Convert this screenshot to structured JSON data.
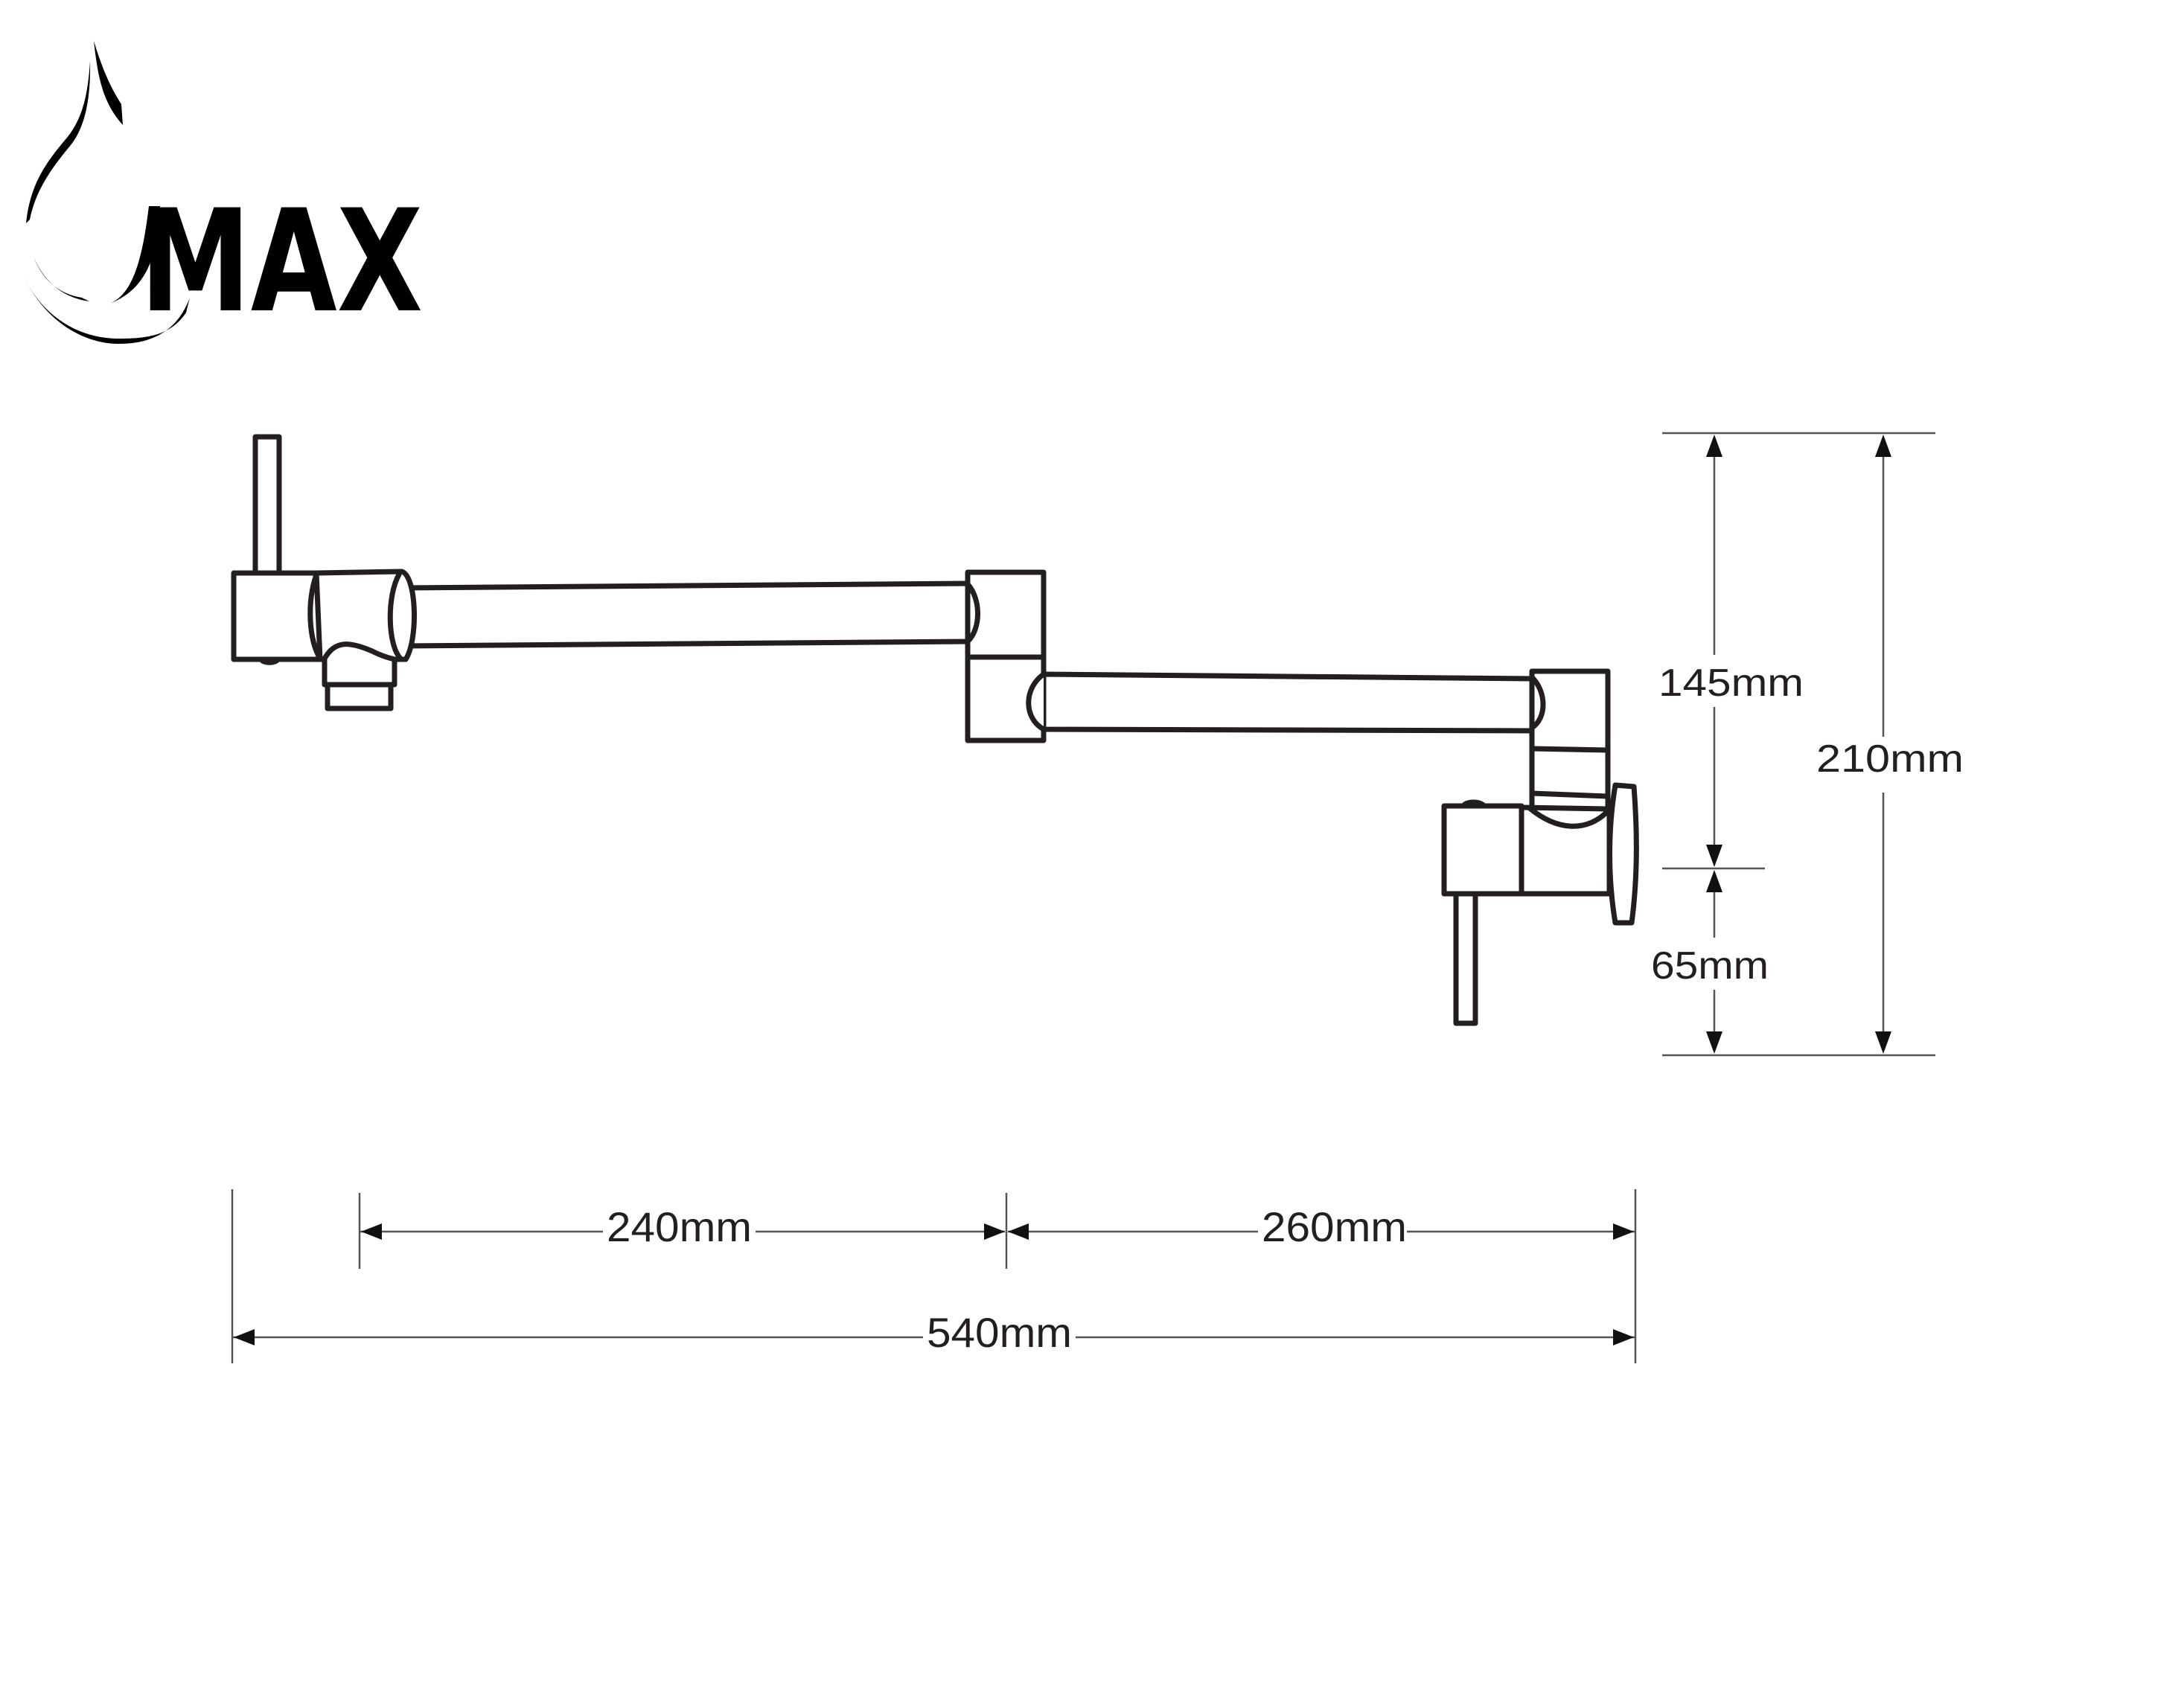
{
  "brand": {
    "name": "MAX",
    "logo_icon": "water-drop-swoosh-icon",
    "color": "#000000"
  },
  "drawing": {
    "subject": "wall-mount pot filler faucet, side elevation (extended)",
    "line_color": "#231f20",
    "dimension_line_color": "#555555"
  },
  "dimensions": {
    "horizontal": [
      {
        "id": "arm1",
        "label": "240mm",
        "value_mm": 240
      },
      {
        "id": "arm2",
        "label": "260mm",
        "value_mm": 260
      },
      {
        "id": "overall_width",
        "label": "540mm",
        "value_mm": 540
      }
    ],
    "vertical": [
      {
        "id": "upper",
        "label": "145mm",
        "value_mm": 145
      },
      {
        "id": "lower",
        "label": "65mm",
        "value_mm": 65
      },
      {
        "id": "overall_height",
        "label": "210mm",
        "value_mm": 210
      }
    ]
  }
}
